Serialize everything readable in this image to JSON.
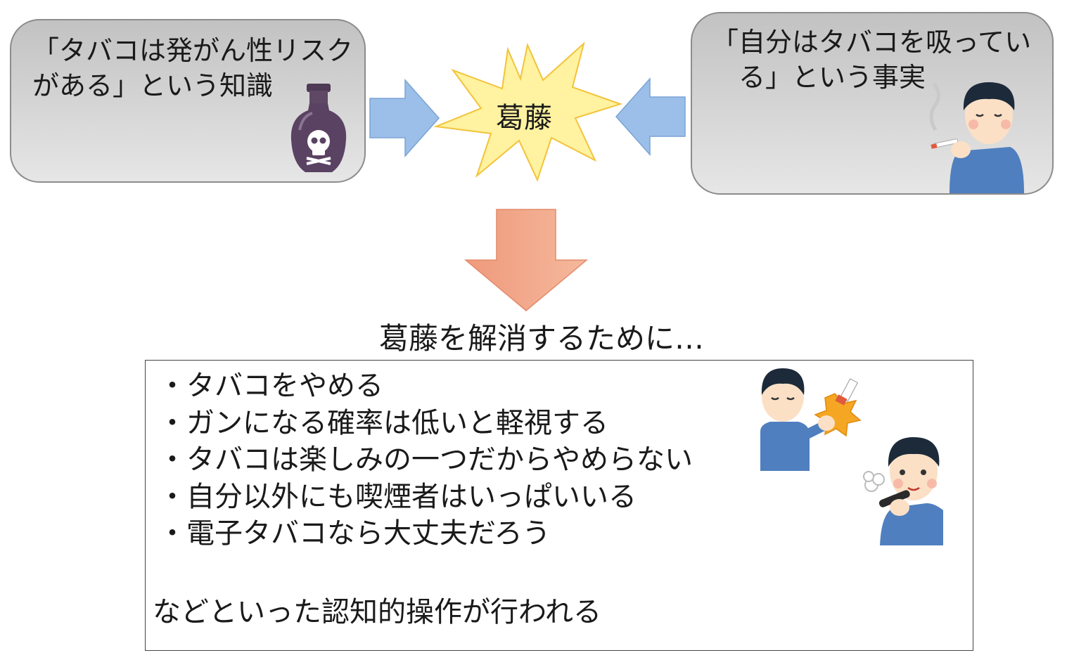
{
  "knowledge_box": {
    "text": "「タバコは発がん性リスク\nがある」という知識"
  },
  "fact_box": {
    "text": "「自分はタバコを吸ってい\n　る」という事実"
  },
  "conflict": {
    "label": "葛藤"
  },
  "resolution": {
    "heading": "葛藤を解消するために…",
    "items": [
      "タバコをやめる",
      "ガンになる確率は低いと軽視する",
      "タバコは楽しみの一つだからやめらない",
      "自分以外にも喫煙者はいっぱいいる",
      "電子タバコなら大丈夫だろう"
    ],
    "note": "などといった認知的操作が行われる"
  },
  "colors": {
    "box_fill_top": "#c2c2c2",
    "box_fill_bottom": "#e6e6e6",
    "blue_arrow": "#9bbfe8",
    "orange_arrow": "#f2a989",
    "burst_fill": "#fff2a0",
    "burst_stroke": "#f2c33a",
    "shirt_blue": "#4f7fbf"
  },
  "icons": [
    "poison-bottle-icon",
    "smoking-man-icon",
    "breaking-cigarette-man-icon",
    "e-cigarette-man-icon"
  ]
}
